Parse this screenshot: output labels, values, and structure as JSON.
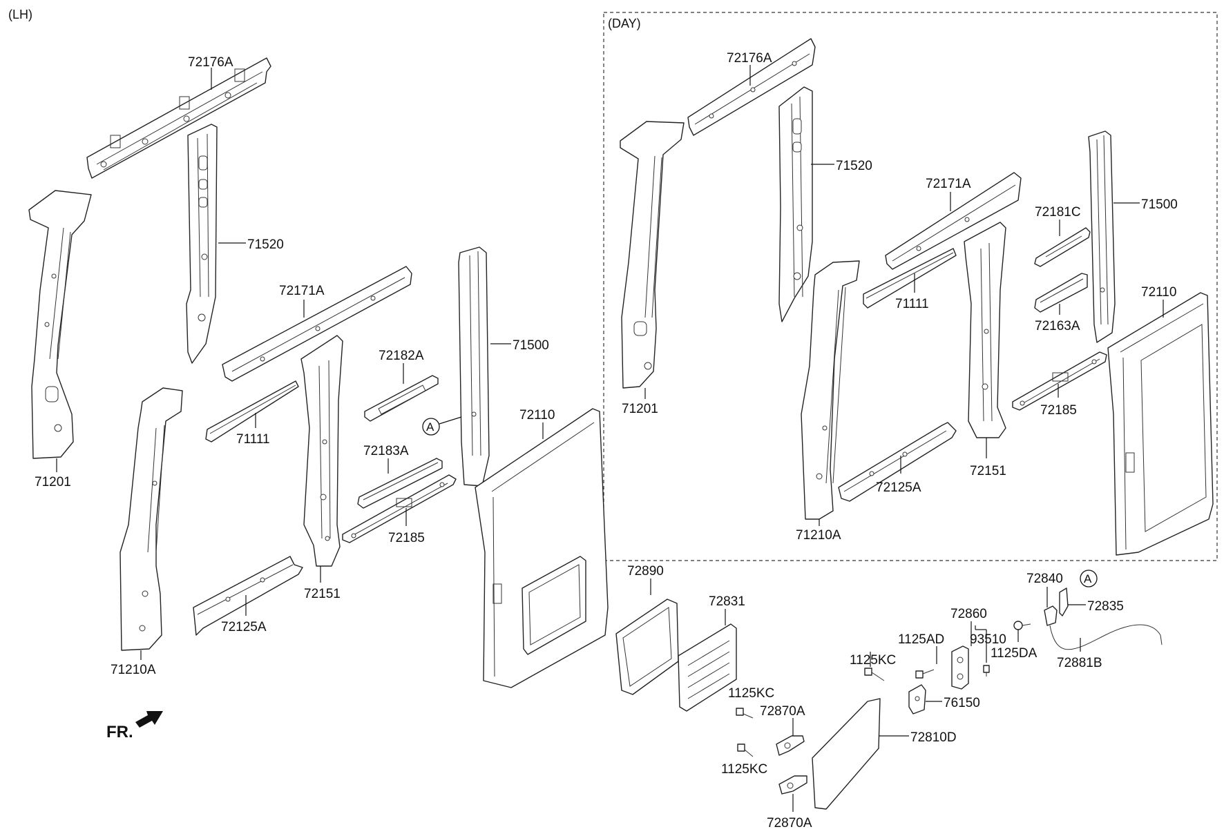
{
  "section_label": "(LH)",
  "day_label": "(DAY)",
  "direction_label": "FR.",
  "reference_marker": "A",
  "parts": {
    "p72176A": "72176A",
    "p71520": "71520",
    "p71201": "71201",
    "p72171A": "72171A",
    "p71111": "71111",
    "p72182A": "72182A",
    "p71500": "71500",
    "p72110": "72110",
    "p72183A": "72183A",
    "p72185": "72185",
    "p72151": "72151",
    "p72125A": "72125A",
    "p71210A": "71210A",
    "p72181C": "72181C",
    "p72163A": "72163A",
    "p72890": "72890",
    "p72831": "72831",
    "p72860": "72860",
    "p93510": "93510",
    "p1125AD": "1125AD",
    "p1125DA": "1125DA",
    "p1125KC": "1125KC",
    "p72840": "72840",
    "p72835": "72835",
    "p72881B": "72881B",
    "p76150": "76150",
    "p72870A": "72870A",
    "p72810D": "72810D"
  }
}
